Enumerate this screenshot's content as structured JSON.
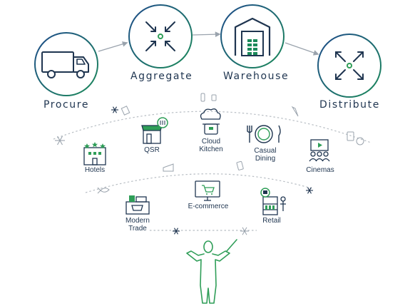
{
  "stages": {
    "procure": "Procure",
    "aggregate": "Aggregate",
    "warehouse": "Warehouse",
    "distribute": "Distribute"
  },
  "segments": {
    "hotels": "Hotels",
    "qsr": "QSR",
    "cloud_kitchen_1": "Cloud",
    "cloud_kitchen_2": "Kitchen",
    "casual_dining_1": "Casual",
    "casual_dining_2": "Dining",
    "cinemas": "Cinemas",
    "ecommerce": "E-commerce",
    "modern_trade_1": "Modern",
    "modern_trade_2": "Trade",
    "retail": "Retail"
  },
  "colors": {
    "navy": "#1f3550",
    "green": "#2f9e58",
    "circle_gradient_start": "#1f4b8a",
    "circle_gradient_end": "#1c8a5a",
    "arrow_gray": "#9aa3ad",
    "dotted_gray": "#b8bec4"
  }
}
